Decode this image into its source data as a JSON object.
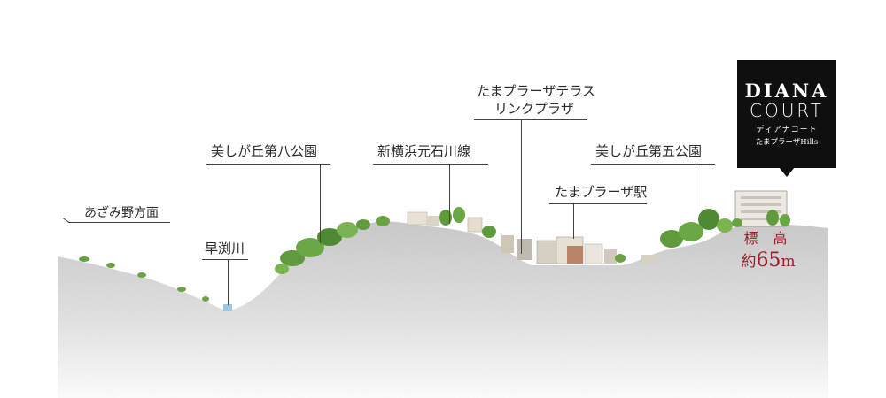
{
  "labels": {
    "azamino": "あざみ野方面",
    "hayabuchi": "早渕川",
    "park8": "美しが丘第八公園",
    "shinyokohama": "新横浜元石川線",
    "terrace_line1": "たまプラーザテラス",
    "terrace_line2": "リンクプラザ",
    "station": "たまプラーザ駅",
    "park5": "美しが丘第五公園"
  },
  "brand": {
    "line1": "DIANA",
    "line2": "COURT",
    "line3": "ディアナコート",
    "line4": "たまプラーザHills"
  },
  "elevation": {
    "label": "標 高",
    "prefix": "約",
    "value": "65",
    "unit": "m"
  },
  "colors": {
    "ground": "#d8d8d8",
    "foliage": "#5f9a3c",
    "elevation_text": "#9e1b2a",
    "brand_bg": "#0f0f0f",
    "river": "#9cc7e6"
  }
}
